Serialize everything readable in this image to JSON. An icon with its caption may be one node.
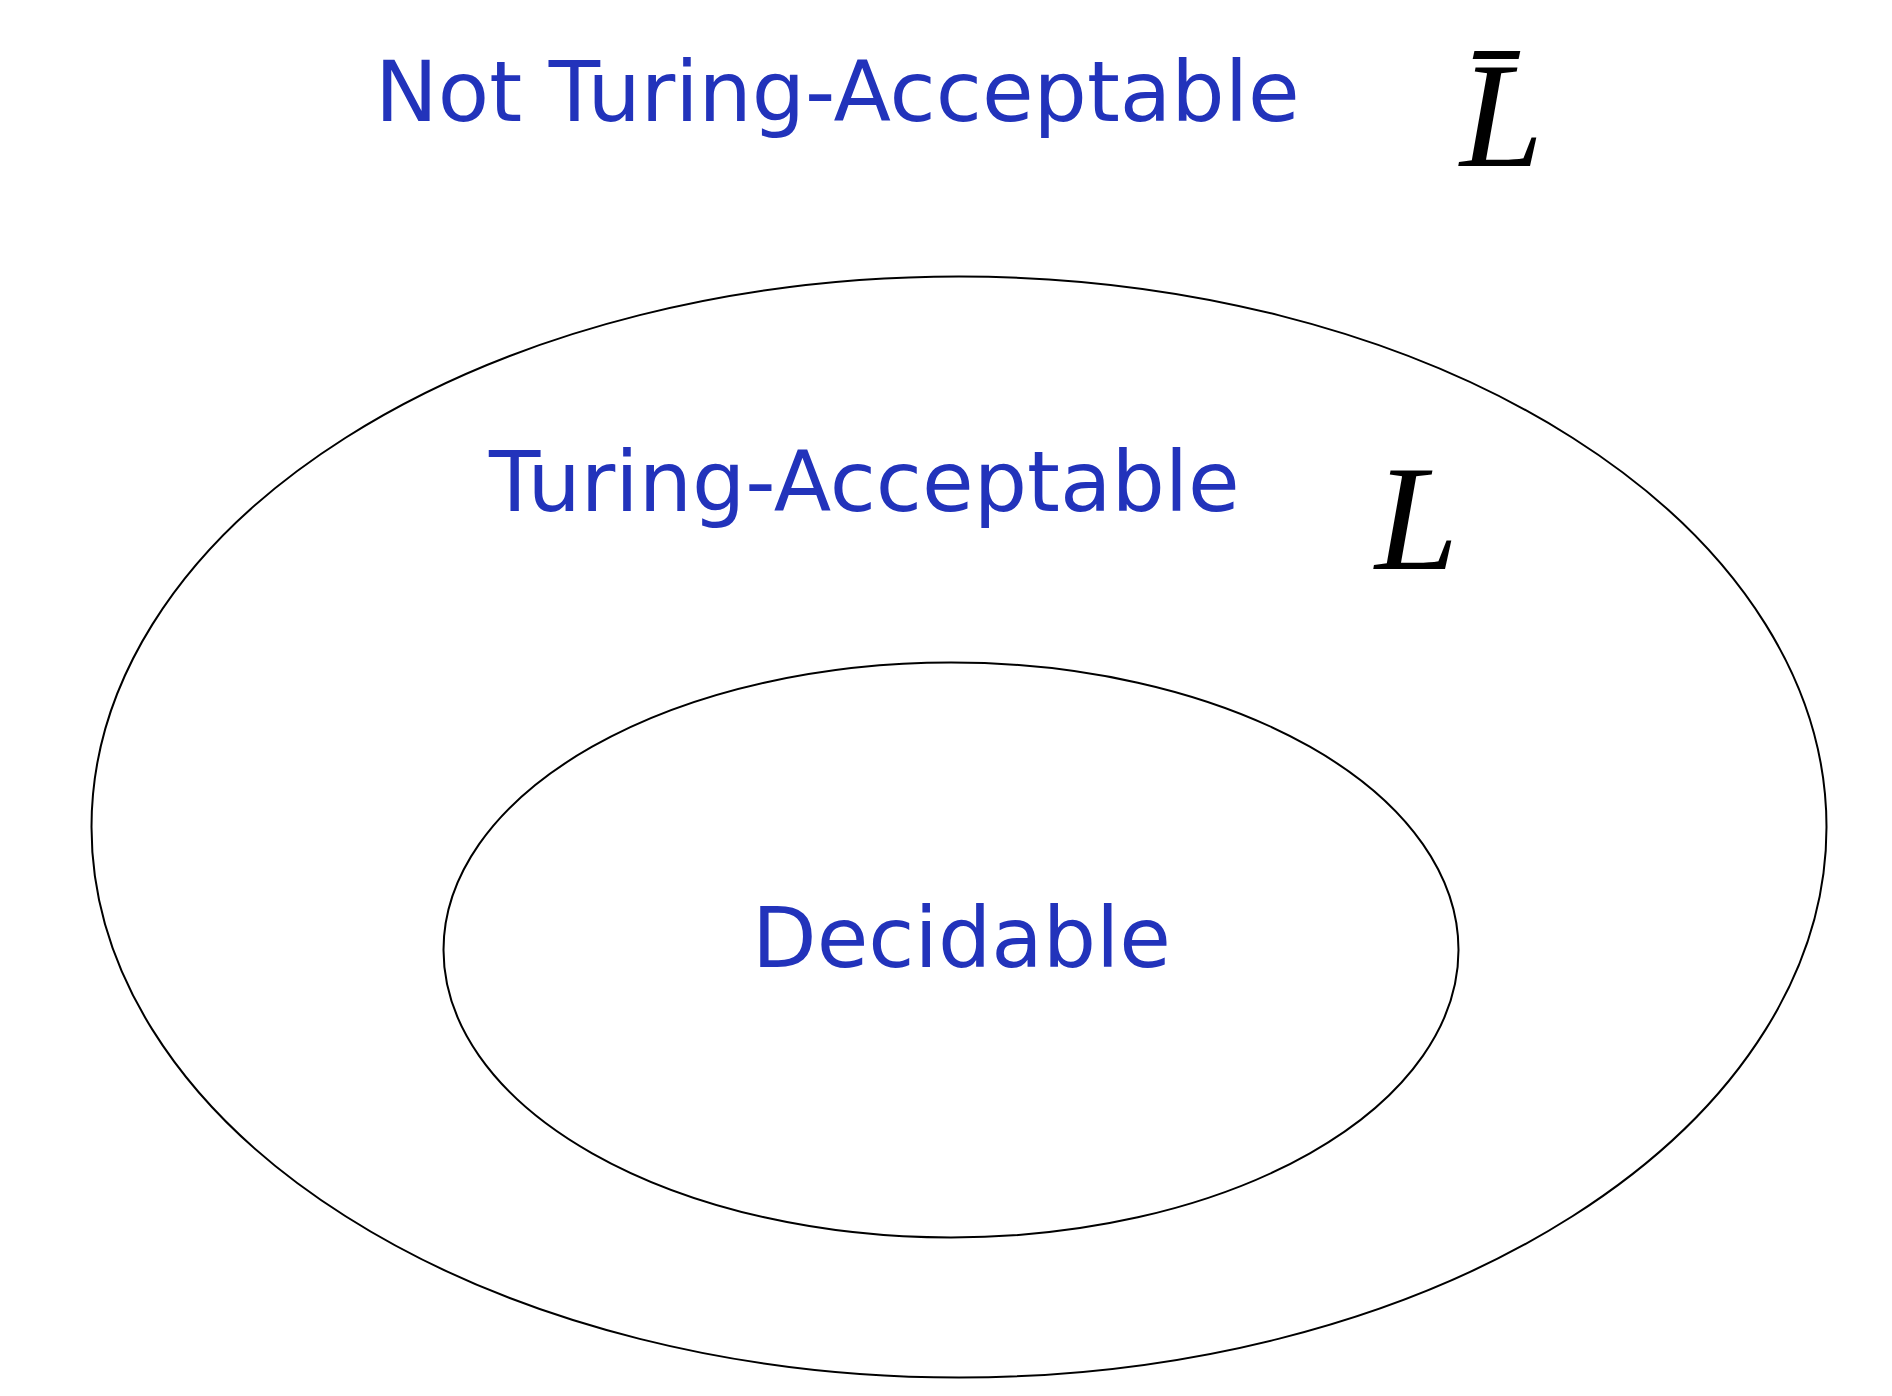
{
  "diagram": {
    "nodes": [
      {
        "text": [
          "Turing-Acceptable",
          "L"
        ]
      },
      {
        "text": [
          "Decidable"
        ],
        "in": 0
      }
    ],
    "edges": [],
    "labels": [
      "Not Turing-Acceptable",
      "L̄"
    ]
  }
}
